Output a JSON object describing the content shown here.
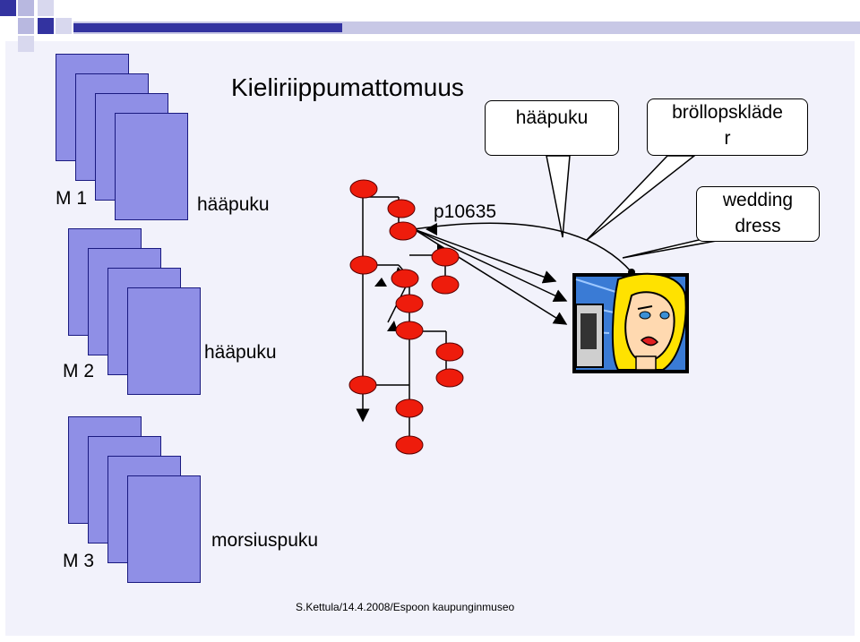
{
  "title": "Kieliriippumattomuus",
  "callouts": {
    "top_left": "hääpuku",
    "top_right_line1": "bröllopskläde",
    "top_right_line2": "r",
    "right_line1": "wedding",
    "right_line2": "dress"
  },
  "groups": [
    {
      "id": "M 1",
      "term": "hääpuku"
    },
    {
      "id": "M 2",
      "term": "hääpuku"
    },
    {
      "id": "M 3",
      "term": "morsiuspuku"
    }
  ],
  "concept_id": "p10635",
  "footer": "S.Kettula/14.4.2008/Espoon kaupunginmuseo",
  "colors": {
    "page_fill": "#8f8fe6",
    "page_border": "#1a1a80",
    "node_fill": "#ee1c0c",
    "corner_dark": "#3333a0",
    "corner_light": "#b8b8e0"
  }
}
